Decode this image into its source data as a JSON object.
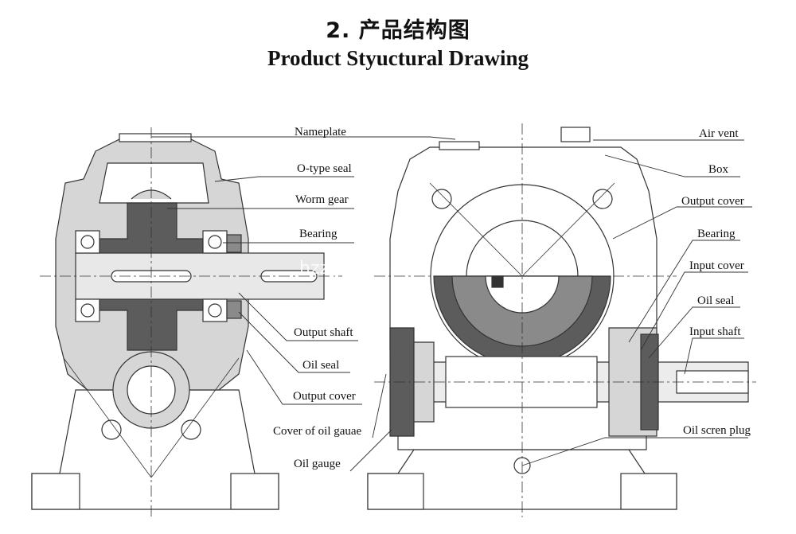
{
  "title_cn": "2. 产品结构图",
  "title_en": "Product Styuctural Drawing",
  "watermark": "hzzydd.en.com",
  "colors": {
    "casing": "#d6d6d6",
    "dark": "#5c5c5c",
    "mid": "#8a8a8a",
    "line": "#333333"
  },
  "labels": {
    "nameplate": "Nameplate",
    "o_type_seal": "O-type seal",
    "worm_gear": "Worm gear",
    "bearing_left": "Bearing",
    "output_shaft": "Output shaft",
    "oil_seal_left": "Oil seal",
    "output_cover_left": "Output cover",
    "cover_of_oil_gauge": "Cover of oil gauae",
    "oil_gauge": "Oil gauge",
    "air_vent": "Air vent",
    "box": "Box",
    "output_cover_right": "Output cover",
    "bearing_right": "Bearing",
    "input_cover": "Input cover",
    "oil_seal_right": "Oil seal",
    "input_shaft": "Input shaft",
    "oil_screen_plug": "Oil scren plug"
  }
}
